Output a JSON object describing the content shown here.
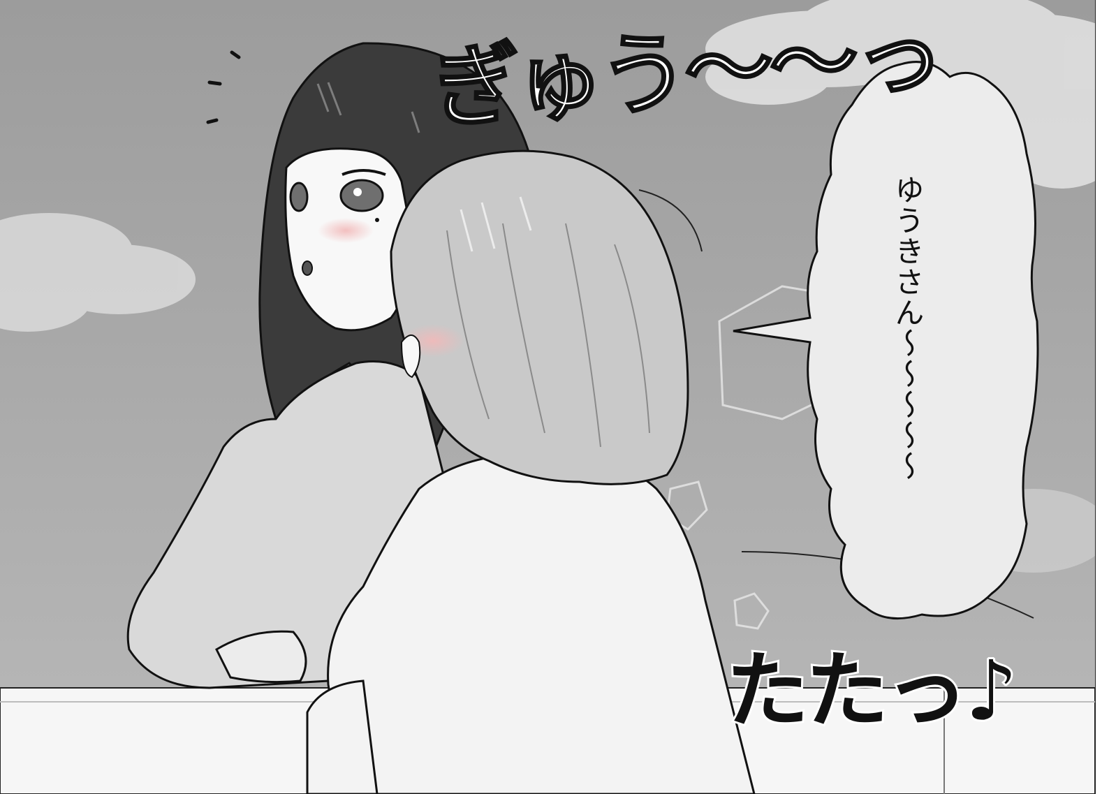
{
  "panel": {
    "sfx_squeeze": "ぎゅう〜〜っ",
    "sfx_footsteps": "たたっ♪",
    "speech_bubble": "ゆうきさん〜〜〜〜〜"
  },
  "colors": {
    "sky": "#a9a9a9",
    "cloud": "#e2e2e2",
    "dark_hair": "#3a3a3a",
    "light_hair": "#c9c9c9",
    "blouse": "#f4f4f4",
    "cardigan": "#d9d9d9",
    "wall": "#f7f7f7"
  }
}
